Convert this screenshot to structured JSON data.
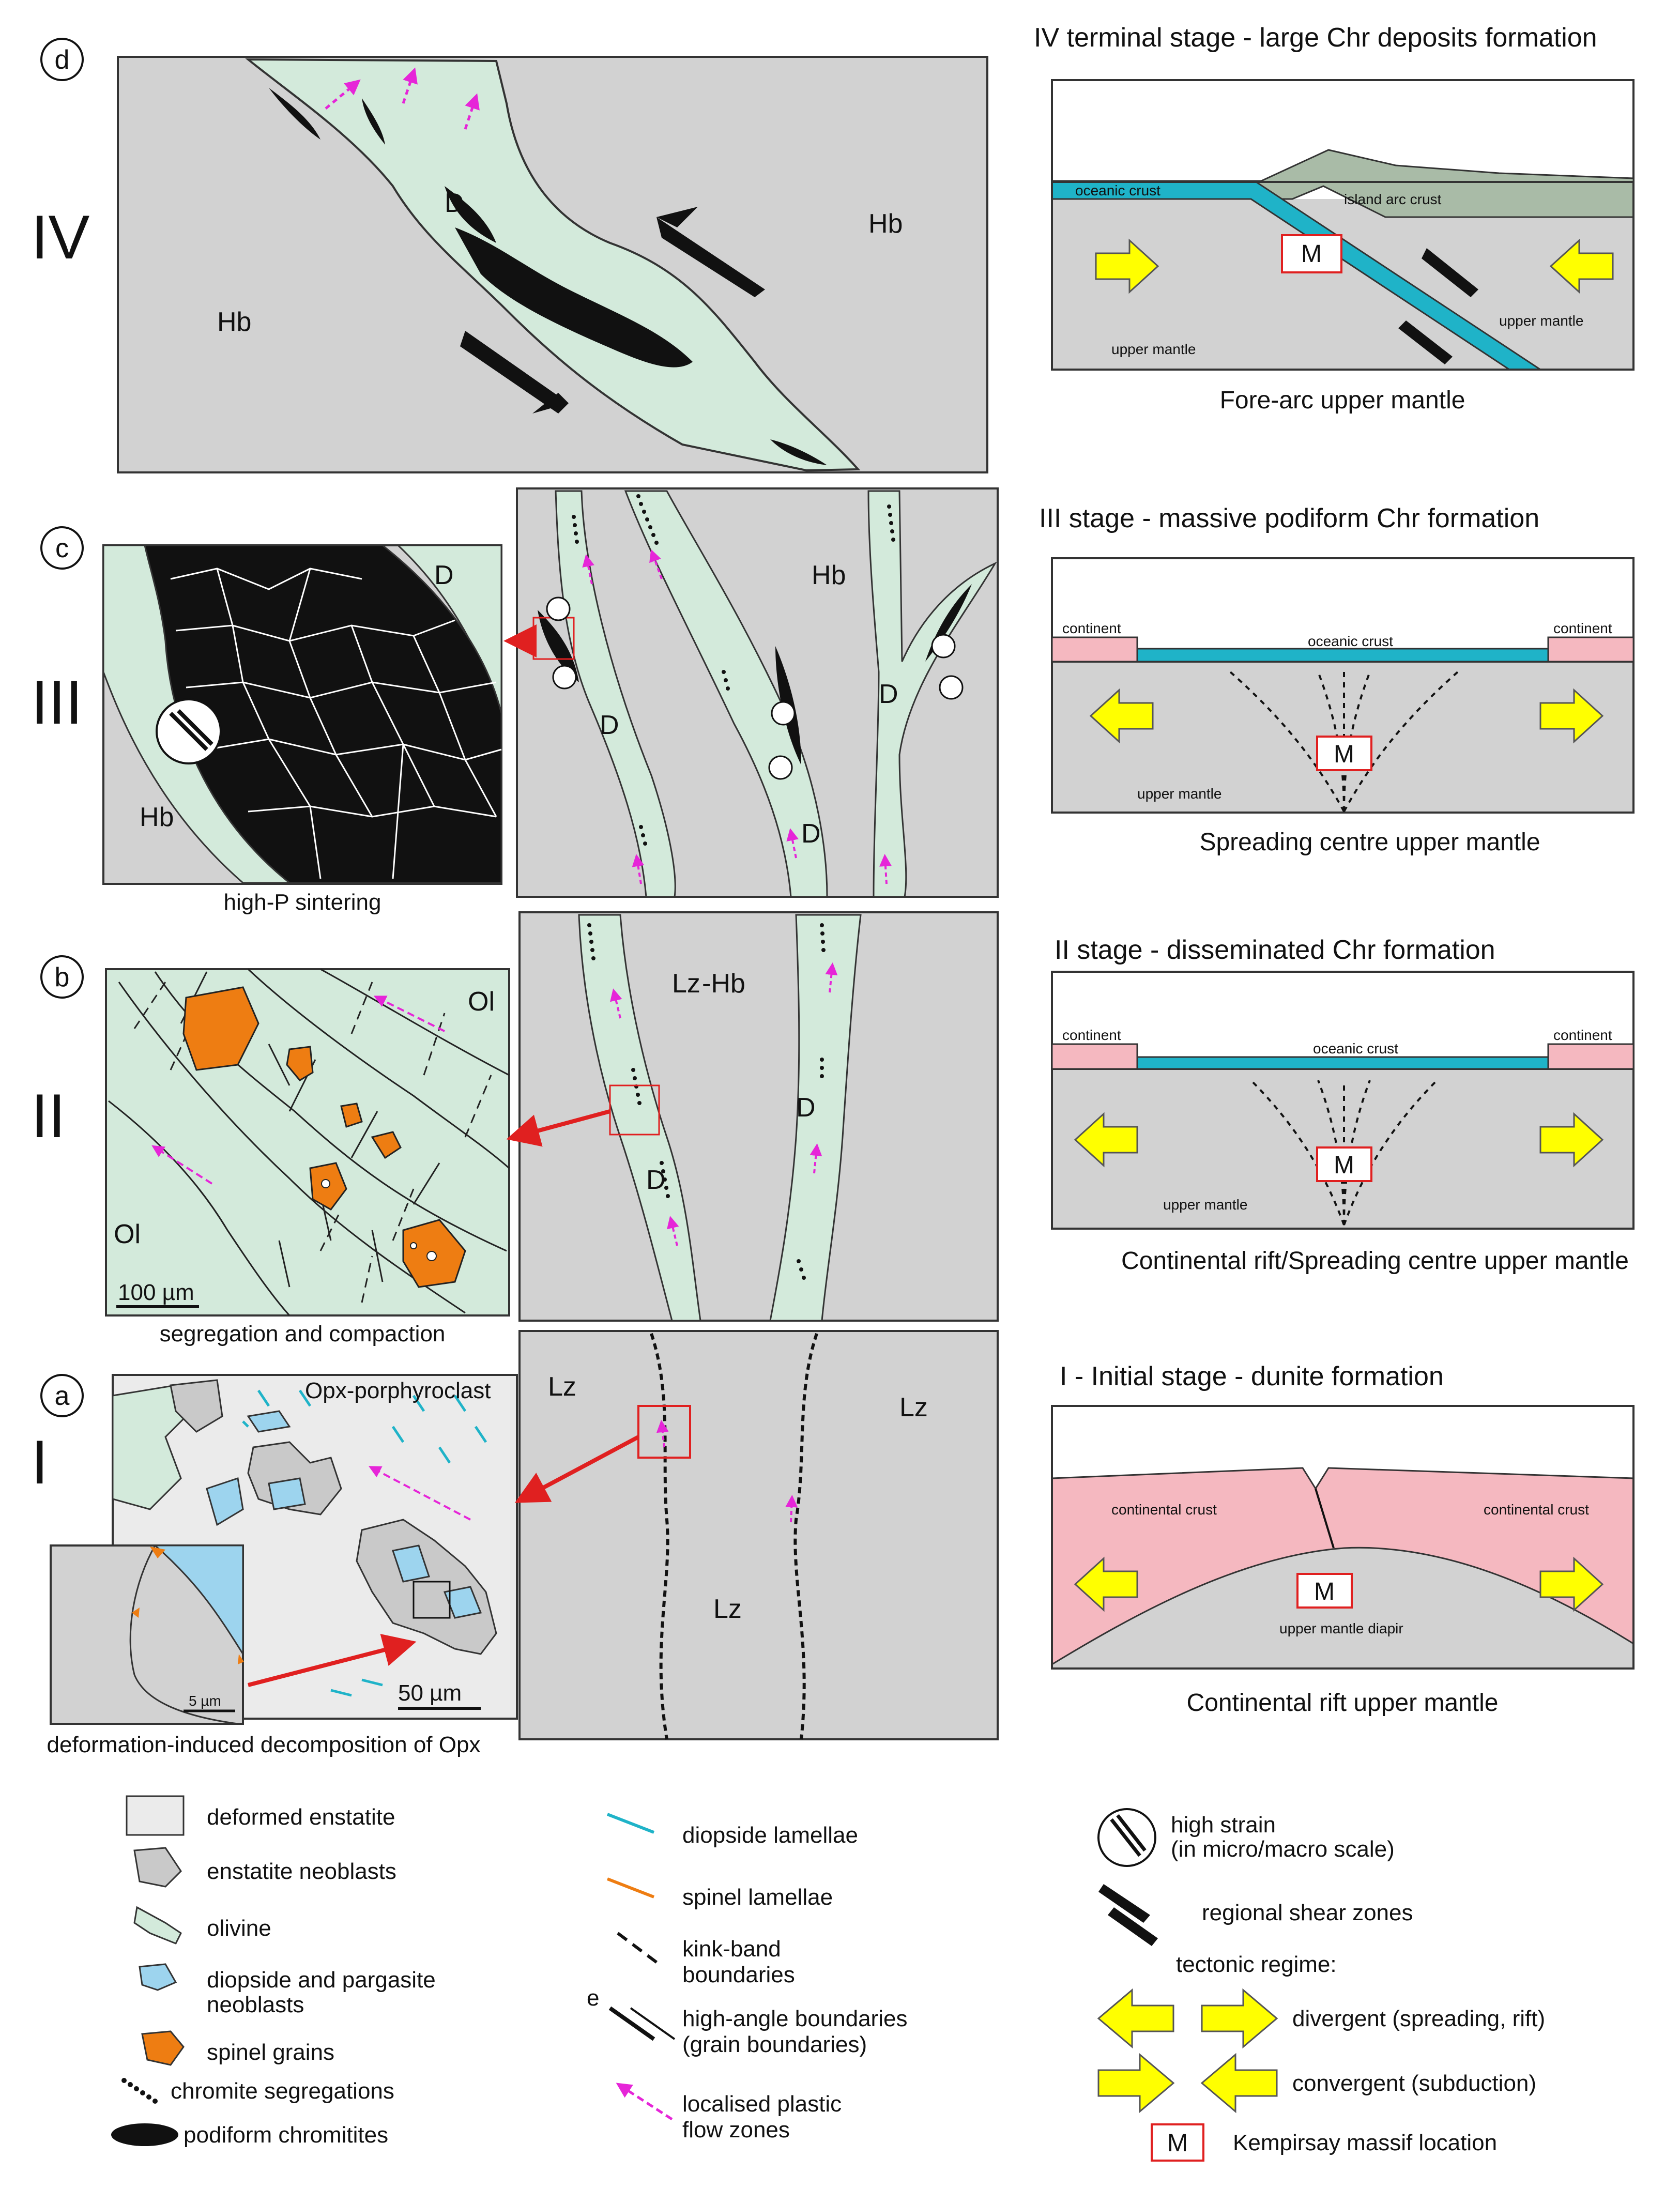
{
  "panels": {
    "d": {
      "letter": "d",
      "roman": "IV",
      "hb_left": "Hb",
      "hb_right": "Hb",
      "dunite": "D"
    },
    "c": {
      "letter": "c",
      "roman": "III",
      "inset_hb": "Hb",
      "inset_d": "D",
      "inset_caption": "high-P sintering",
      "main_hb": "Hb",
      "d1": "D",
      "d2": "D",
      "d3": "D"
    },
    "b": {
      "letter": "b",
      "roman": "II",
      "ol_top": "Ol",
      "ol_bottom": "Ol",
      "scale": "100 µm",
      "caption": "segregation and compaction",
      "main_lz": "Lz",
      "main_hb": "-Hb",
      "d1": "D",
      "d2": "D"
    },
    "a": {
      "letter": "a",
      "roman": "I",
      "opx": "Opx-porphyroclast",
      "scale50": "50 µm",
      "scale5": "5 µm",
      "caption": "deformation-induced decomposition of Opx",
      "lz1": "Lz",
      "lz2": "Lz",
      "lz3": "Lz"
    }
  },
  "stages": {
    "iv": {
      "title": "IV terminal stage - large Chr  deposits formation",
      "oceanic": "oceanic crust",
      "arc": "island arc crust",
      "mantle_left": "upper mantle",
      "mantle_right": "upper mantle",
      "m": "M",
      "caption": "Fore-arc upper mantle"
    },
    "iii": {
      "title": "III stage - massive podiform Chr formation",
      "continent_left": "continent",
      "continent_right": "continent",
      "oceanic": "oceanic crust",
      "mantle": "upper mantle",
      "m": "M",
      "caption": "Spreading centre upper mantle"
    },
    "ii": {
      "title": "II stage - disseminated Chr formation",
      "continent_left": "continent",
      "continent_right": "continent",
      "oceanic": "oceanic crust",
      "mantle": "upper mantle",
      "m": "M",
      "caption": "Continental rift/Spreading centre upper mantle"
    },
    "i": {
      "title": "I - Initial stage - dunite formation",
      "crust_left": "continental crust",
      "crust_right": "continental crust",
      "diapir": "upper mantle diapir",
      "m": "M",
      "caption": "Continental rift upper mantle"
    }
  },
  "legend": {
    "col1": [
      "deformed enstatite",
      "enstatite neoblasts",
      "olivine",
      "diopside and pargasite",
      "neoblasts",
      "spinel grains",
      "chromite segregations",
      "podiform chromitites"
    ],
    "col2": [
      "diopside lamellae",
      "spinel lamellae",
      "kink-band",
      "boundaries",
      "high-angle boundaries",
      "(grain boundaries)",
      "localised plastic",
      "flow zones",
      "e"
    ],
    "col3": [
      "high strain",
      "(in micro/macro scale)",
      "regional shear zones",
      "tectonic regime:",
      "divergent (spreading, rift)",
      "convergent (subduction)",
      "M",
      "Kempirsay massif location"
    ]
  },
  "colors": {
    "olivine": "#d3eadb",
    "host": "#d2d2d2",
    "spinel": "#ee7d12",
    "diopside": "#9dd4ee",
    "crust": "#f5b8c0",
    "ocean": "#1fb3c8",
    "arc": "#a9bba7",
    "arrow": "#ffff00",
    "flow": "#e625d8",
    "frame_m": "#e02020"
  }
}
